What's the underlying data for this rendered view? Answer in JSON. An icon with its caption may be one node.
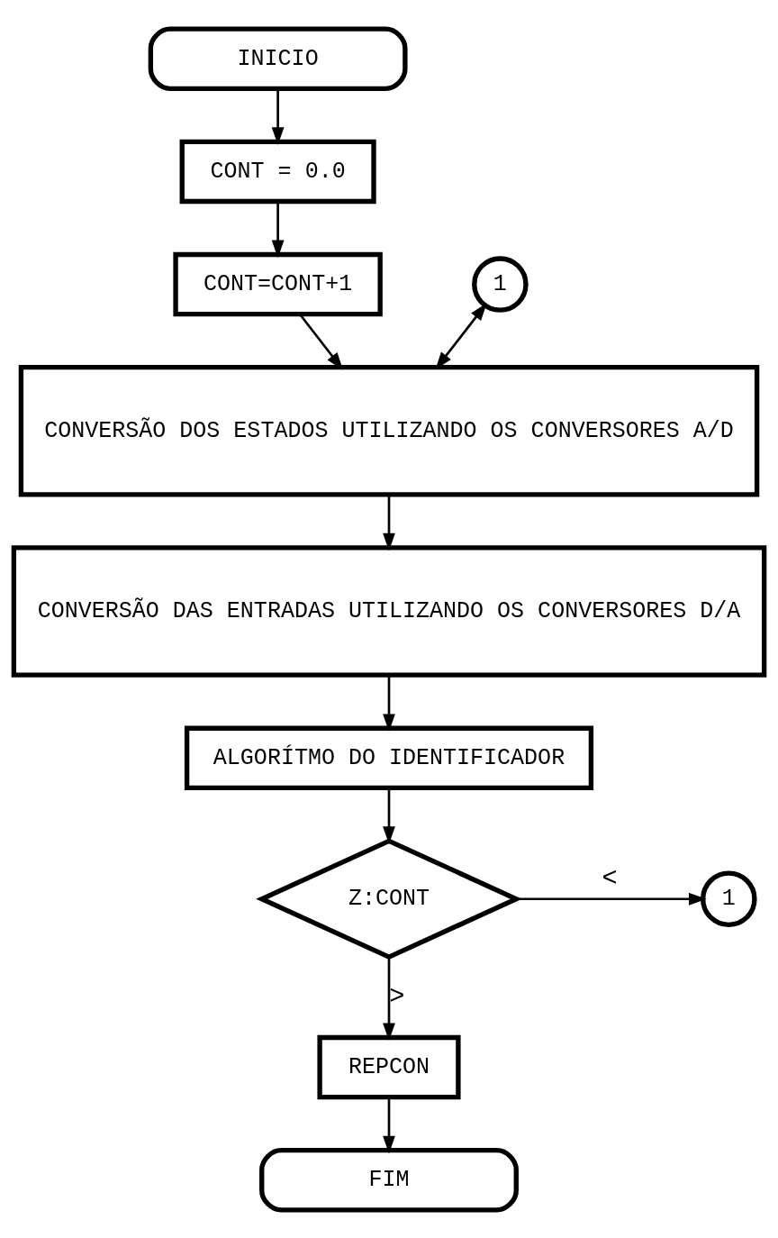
{
  "diagram": {
    "nodes": [
      {
        "text": [
          "INICIO"
        ]
      },
      {
        "text": [
          "CONT = 0.0"
        ]
      },
      {
        "text": [
          "CONT=CONT+1"
        ]
      },
      {
        "text": [
          "1"
        ]
      },
      {
        "text": [
          "CONVERSÃO DOS ESTADOS UTILIZANDO OS CONVERSORES A/D"
        ]
      },
      {
        "text": [
          "CONVERSÃO DAS ENTRADAS UTILIZANDO OS CONVERSORES D/A"
        ]
      },
      {
        "text": [
          "ALGORÍTMO DO IDENTIFICADOR"
        ]
      },
      {
        "text": [
          "Z:CONT"
        ]
      },
      {
        "text": [
          "1"
        ]
      },
      {
        "text": [
          "REPCON"
        ]
      },
      {
        "text": [
          "FIM"
        ]
      }
    ],
    "edges": [
      {
        "from": 0,
        "to": 1,
        "arrow": "to"
      },
      {
        "from": 1,
        "to": 2,
        "arrow": "to"
      },
      {
        "from": 2,
        "to": 4,
        "arrow": "to"
      },
      {
        "from": 3,
        "to": 4,
        "arrow": "both"
      },
      {
        "from": 4,
        "to": 5,
        "arrow": "to"
      },
      {
        "from": 5,
        "to": 6,
        "arrow": "to"
      },
      {
        "from": 6,
        "to": 7,
        "arrow": "to"
      },
      {
        "from": 7,
        "to": 8,
        "label": "<",
        "arrow": "to"
      },
      {
        "from": 7,
        "to": 9,
        "label": ">",
        "arrow": "to"
      },
      {
        "from": 9,
        "to": 10,
        "arrow": "to"
      }
    ]
  }
}
